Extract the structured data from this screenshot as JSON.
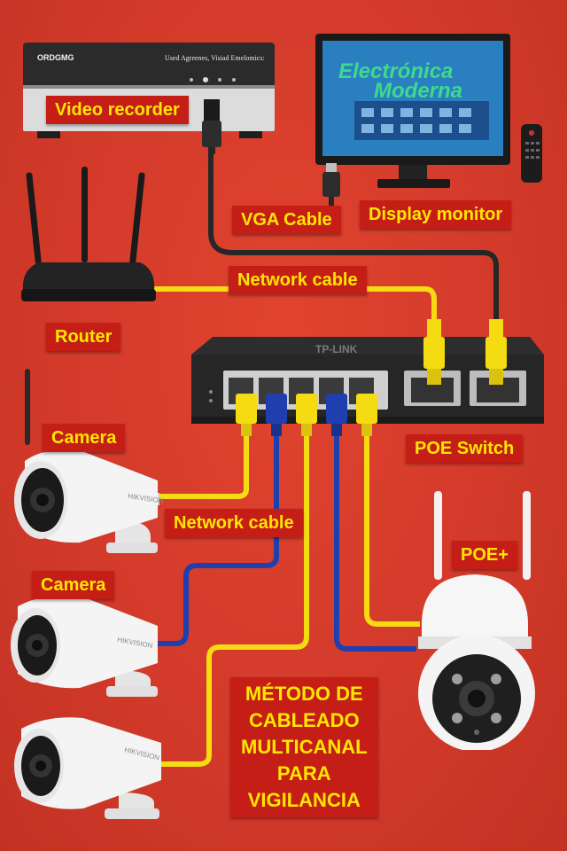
{
  "recorder": {
    "brand": "ORDGMG",
    "tagline": "Used Agreenes, Visiad Emelomics:",
    "label": "Video recorder"
  },
  "monitor": {
    "screen_line1": "Electrónica",
    "screen_line2": "Moderna",
    "label": "Display monitor"
  },
  "vga": {
    "label": "VGA Cable"
  },
  "router": {
    "label": "Router"
  },
  "network_top": {
    "label": "Network cable"
  },
  "switch": {
    "brand": "TP-LINK",
    "label": "POE Switch"
  },
  "cameras": [
    {
      "label": "Camera",
      "brand": "HIKVISION"
    },
    {
      "label": "Camera",
      "brand": "HIKVISION"
    },
    {
      "brand": "HIKVISION"
    }
  ],
  "network_mid": {
    "label": "Network cable"
  },
  "poe_camera": {
    "label": "POE+"
  },
  "title": {
    "line1": "MÉTODO DE",
    "line2": "CABLEADO",
    "line3": "MULTICANAL",
    "line4": "PARA",
    "line5": "VIGILANCIA"
  },
  "colors": {
    "background": "#d8382b",
    "label_bg": "#c41e16",
    "label_text": "#ffe600",
    "cable_yellow": "#f5dc12",
    "cable_blue": "#1f3fae",
    "cable_black": "#2a2a2a"
  }
}
